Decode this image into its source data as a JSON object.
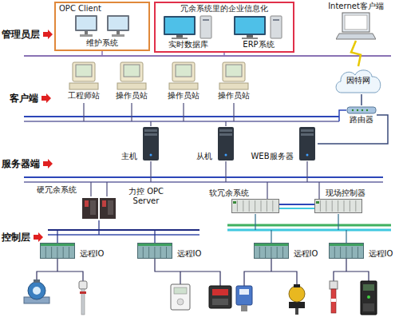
{
  "diagram": {
    "nodes": [
      {
        "text": [
          "OPC Client"
        ]
      },
      {
        "text": [
          "维护系统"
        ],
        "in": 0
      },
      {
        "text": [
          "冗余系统里的企业信息化"
        ]
      },
      {
        "text": [
          "实时数据库"
        ],
        "in": 2
      },
      {
        "text": [
          "ERP系统"
        ],
        "in": 2
      },
      {
        "text": [
          "Internet客户端"
        ]
      },
      {
        "text": [
          "工程师站"
        ]
      },
      {
        "text": [
          "操作员站"
        ]
      },
      {
        "text": [
          "操作员站"
        ]
      },
      {
        "text": [
          "操作员站"
        ]
      },
      {
        "text": [
          "因特网"
        ]
      },
      {
        "text": [
          "路由器"
        ]
      },
      {
        "text": [
          "主机"
        ]
      },
      {
        "text": [
          "从机"
        ]
      },
      {
        "text": [
          "WEB服务器"
        ]
      },
      {
        "text": [
          "硬冗余系统",
          "力控 OPC Server"
        ]
      },
      {
        "text": [
          "软冗余系统"
        ]
      },
      {
        "text": [
          "现场控制器"
        ]
      },
      {
        "text": [
          "远程IO"
        ]
      },
      {
        "text": [
          "远程IO"
        ]
      },
      {
        "text": [
          "远程IO"
        ]
      },
      {
        "text": [
          "远程IO"
        ]
      }
    ],
    "edges": [
      {
        "from": 5,
        "to": 10,
        "arrow": "none"
      },
      {
        "from": 10,
        "to": 11,
        "arrow": "none"
      },
      {
        "from": 11,
        "to": 14,
        "arrow": "none"
      }
    ],
    "labels": [
      "管理员层",
      "客户端",
      "服务器端",
      "控制层"
    ]
  }
}
